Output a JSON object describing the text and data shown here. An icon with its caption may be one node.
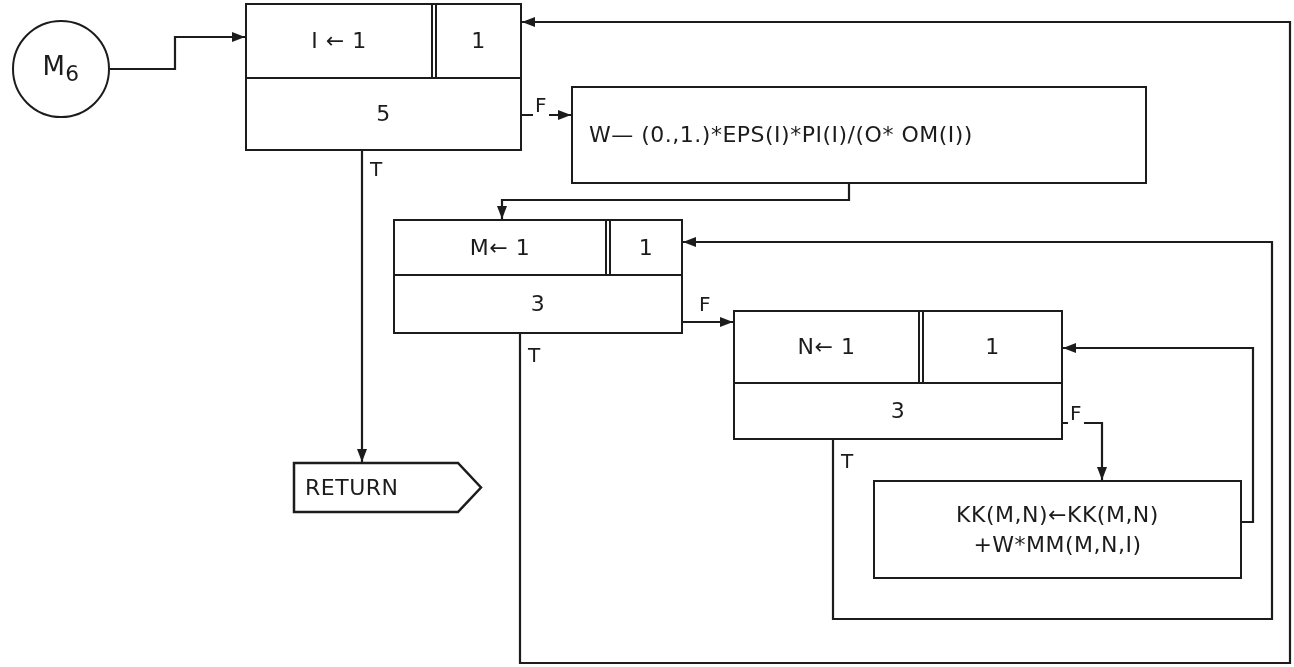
{
  "diagram": {
    "nodes": [
      {
        "text": [
          "M$_{6}$"
        ]
      },
      {
        "text": [
          "I ← 1",
          "1",
          "5"
        ]
      },
      {
        "text": [
          "W— (0.,1.)*EPS(I)*PI(I)/(O* OM(I))"
        ]
      },
      {
        "text": [
          "M← 1",
          "1",
          "3"
        ]
      },
      {
        "text": [
          "N← 1",
          "1",
          "3"
        ]
      },
      {
        "text": [
          "KK(M,N)←KK(M,N) +W*MM(M,N,I)"
        ]
      },
      {
        "text": [
          "RETURN"
        ]
      }
    ],
    "edges": [
      {
        "from": 0,
        "to": 1,
        "arrow": "to"
      },
      {
        "from": 1,
        "to": 2,
        "arrow": "to",
        "label": "F"
      },
      {
        "from": 1,
        "to": 6,
        "arrow": "to",
        "label": "T"
      },
      {
        "from": 2,
        "to": 3,
        "arrow": "to"
      },
      {
        "from": 3,
        "to": 4,
        "arrow": "to",
        "label": "F"
      },
      {
        "from": 3,
        "to": 1,
        "arrow": "to",
        "label": "T"
      },
      {
        "from": 4,
        "to": 5,
        "arrow": "to",
        "label": "F"
      },
      {
        "from": 4,
        "to": 3,
        "arrow": "to",
        "label": "T"
      },
      {
        "from": 5,
        "to": 4,
        "arrow": "to"
      }
    ]
  }
}
